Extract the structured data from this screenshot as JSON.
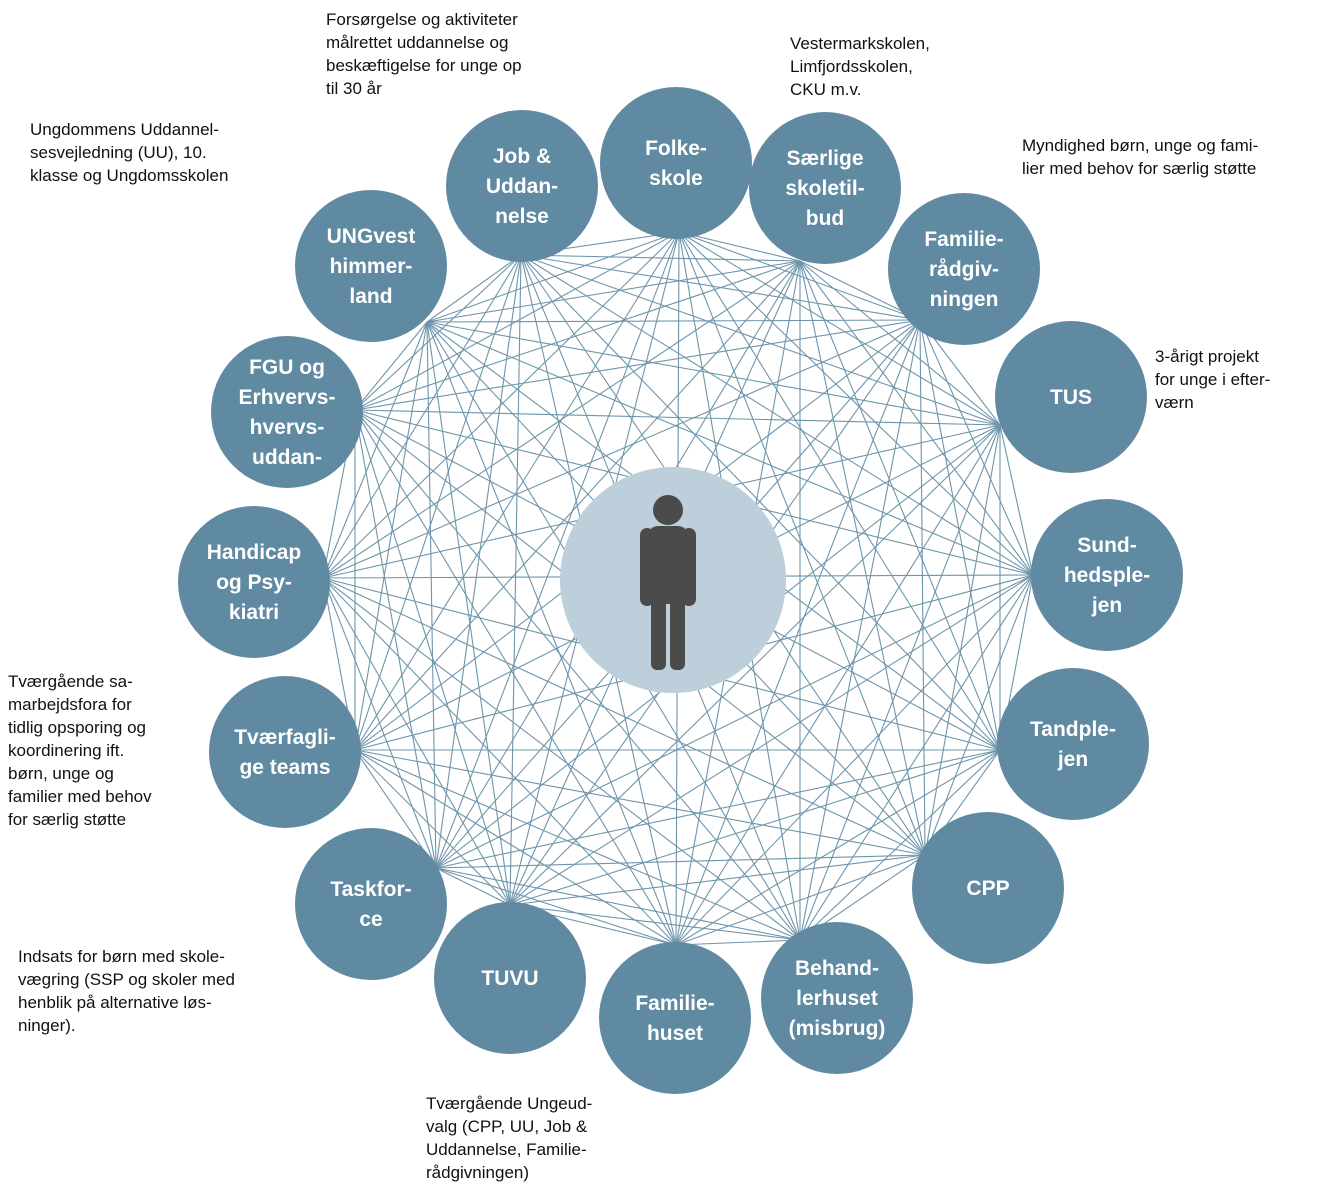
{
  "colors": {
    "node_fill": "#5f8aa1",
    "node_text": "#ffffff",
    "connector": "#6e95ab",
    "hub_fill": "#bccfdb",
    "person": "#4b4b4b",
    "note_text": "#111111"
  },
  "hub": {
    "icon": "person-icon"
  },
  "nodes": [
    {
      "id": "job-uddannelse",
      "lines": [
        "Job &",
        "Uddan-",
        "nelse"
      ]
    },
    {
      "id": "folkeskole",
      "lines": [
        "Folke-",
        "skole"
      ]
    },
    {
      "id": "saerlige-skoletilbud",
      "lines": [
        "Særlige",
        "skoletil-",
        "bud"
      ]
    },
    {
      "id": "familieraadgivningen",
      "lines": [
        "Familie-",
        "rådgiv-",
        "ningen"
      ]
    },
    {
      "id": "tus",
      "lines": [
        "TUS"
      ]
    },
    {
      "id": "sundhedsplejen",
      "lines": [
        "Sund-",
        "hedsple-",
        "jen"
      ]
    },
    {
      "id": "tandplejen",
      "lines": [
        "Tandple-",
        "jen"
      ]
    },
    {
      "id": "cpp",
      "lines": [
        "CPP"
      ]
    },
    {
      "id": "behandlerhuset",
      "lines": [
        "Behand-",
        "lerhuset",
        "(misbrug)"
      ]
    },
    {
      "id": "familiehuset",
      "lines": [
        "Familie-",
        "huset"
      ]
    },
    {
      "id": "tuvu",
      "lines": [
        "TUVU"
      ]
    },
    {
      "id": "taskforce",
      "lines": [
        "Taskfor-",
        "ce"
      ]
    },
    {
      "id": "tvaerfaglige-teams",
      "lines": [
        "Tværfagli-",
        "ge teams"
      ]
    },
    {
      "id": "handicap-psykiatri",
      "lines": [
        "Handicap",
        "og Psy-",
        "kiatri"
      ]
    },
    {
      "id": "fgu",
      "lines": [
        "FGU og",
        "Erhvervs-",
        "hvervs-",
        "uddan-"
      ]
    },
    {
      "id": "ungvest",
      "lines": [
        "UNGvest",
        "himmer-",
        "land"
      ]
    }
  ],
  "notes": [
    {
      "id": "note-job-uddannelse",
      "text": "Forsørgelse og aktiviteter\nmålrettet uddannelse og\nbeskæftigelse for unge op\ntil 30 år"
    },
    {
      "id": "note-saerlige-skoletilbud",
      "text": "Vestermarkskolen,\nLimfjordsskolen,\nCKU m.v."
    },
    {
      "id": "note-ungvest",
      "text": "Ungdommens Uddannel-\nsesvejledning (UU), 10.\nklasse og Ungdomsskolen"
    },
    {
      "id": "note-familieraadgivningen",
      "text": "Myndighed børn, unge og fami-\nlier med behov for særlig støtte"
    },
    {
      "id": "note-tus",
      "text": "3-årigt projekt\nfor unge i efter-\nværn"
    },
    {
      "id": "note-tvaerfaglige-teams",
      "text": "Tværgående sa-\nmarbejdsfora for\ntidlig opsporing og\nkoordinering ift.\nbørn, unge og\nfamilier med behov\nfor særlig støtte"
    },
    {
      "id": "note-taskforce",
      "text": "Indsats for børn med skole-\nvægring (SSP og skoler med\nhenblik på alternative løs-\nninger)."
    },
    {
      "id": "note-familiehuset",
      "text": "Tværgående Ungeud-\nvalg (CPP, UU, Job &\nUddannelse, Familie-\nrådgivningen)"
    }
  ]
}
